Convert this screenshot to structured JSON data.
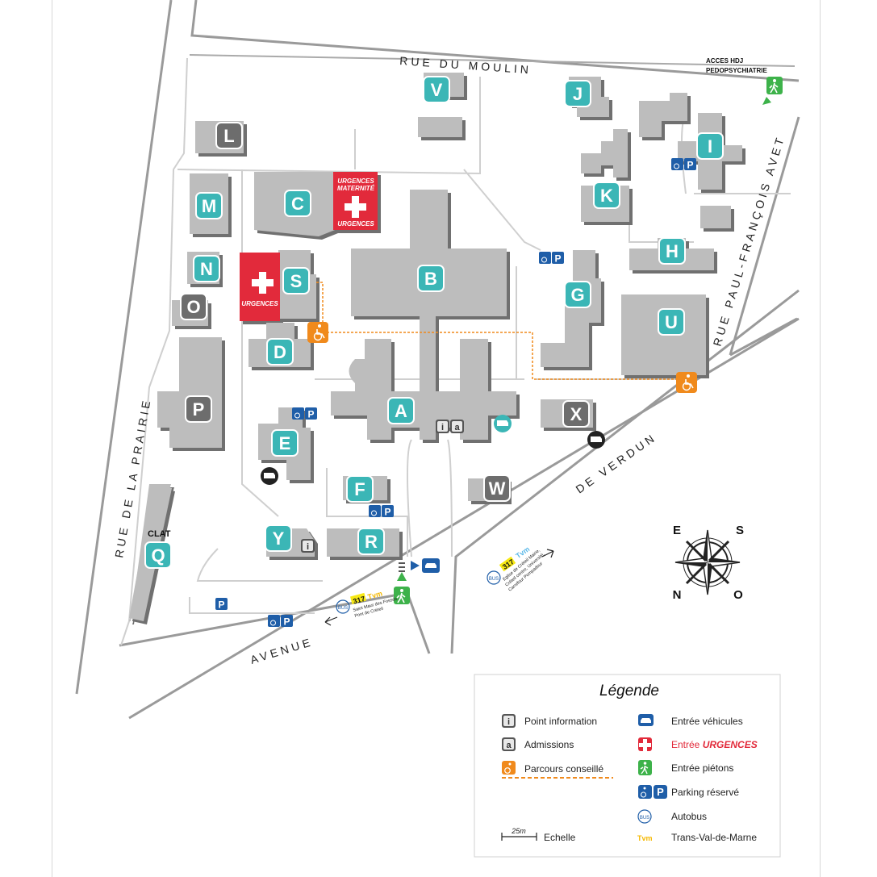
{
  "streets": {
    "rue_du_moulin": "RUE DU MOULIN",
    "rue_paul_francois_avet": "RUE PAUL-FRANÇOIS AVET",
    "rue_de_la_prairie": "RUE DE LA PRAIRIE",
    "avenue": "AVENUE",
    "de_verdun": "DE VERDUN"
  },
  "buildings": {
    "A": "A",
    "B": "B",
    "C": "C",
    "D": "D",
    "E": "E",
    "F": "F",
    "G": "G",
    "H": "H",
    "I": "I",
    "J": "J",
    "K": "K",
    "L": "L",
    "M": "M",
    "N": "N",
    "O": "O",
    "P": "P",
    "Q": "Q",
    "R": "R",
    "S": "S",
    "U": "U",
    "V": "V",
    "W": "W",
    "X": "X",
    "Y": "Y"
  },
  "labels": {
    "acces_line1": "ACCES HDJ",
    "acces_line2": "PEDOPSYCHIATRIE",
    "clat": "CLAT",
    "urgences_maternite_1": "URGENCES",
    "urgences_maternite_2": "MATERNITÉ",
    "urgences_maternite_3": "URGENCES",
    "urgences_main": "URGENCES"
  },
  "bus_stops": {
    "left_number": "317",
    "left_tvm": "Tvm",
    "left_dest_1": "Saint Maur des Fossés,",
    "left_dest_2": "Pont de Créteil",
    "right_number": "317",
    "right_tvm": "Tvm",
    "right_dest_1": "Eglise de Créteil Mairie,",
    "right_dest_2": "Créteil centre, Université,",
    "right_dest_3": "Carrefour Pompadour",
    "bus_badge": "BUS"
  },
  "compass": {
    "E": "E",
    "S": "S",
    "N": "N",
    "O": "O"
  },
  "legend": {
    "title": "Légende",
    "items": [
      {
        "icon": "info-icon",
        "label": "Point information"
      },
      {
        "icon": "admissions-icon",
        "label": "Admissions"
      },
      {
        "icon": "accessible-route-icon",
        "label": "Parcours conseillé"
      },
      {
        "icon": "vehicle-entrance-icon",
        "label": "Entrée véhicules"
      },
      {
        "icon": "emergency-entrance-icon",
        "label_prefix": "Entrée ",
        "label_em": "URGENCES"
      },
      {
        "icon": "pedestrian-entrance-icon",
        "label": "Entrée piétons"
      },
      {
        "icon": "reserved-parking-icon",
        "label": "Parking réservé"
      },
      {
        "icon": "bus-icon",
        "label": "Autobus"
      },
      {
        "icon": "scale-icon",
        "scale": "25m",
        "label": "Echelle"
      },
      {
        "icon": "tvm-icon",
        "tvm": "Tvm",
        "label": "Trans-Val-de-Marne"
      }
    ]
  },
  "glyphs": {
    "info": "i",
    "admissions": "a",
    "parking": "P"
  },
  "colors": {
    "building": "#bdbdbd",
    "building_shadow": "#6f6f6f",
    "teal": "#3bb6b6",
    "dark_label": "#6d6d6d",
    "emergency": "#e22a3a",
    "blue": "#1f5ea8",
    "orange": "#f08a1c",
    "green": "#3db24a",
    "road": "#9a9a9a"
  }
}
